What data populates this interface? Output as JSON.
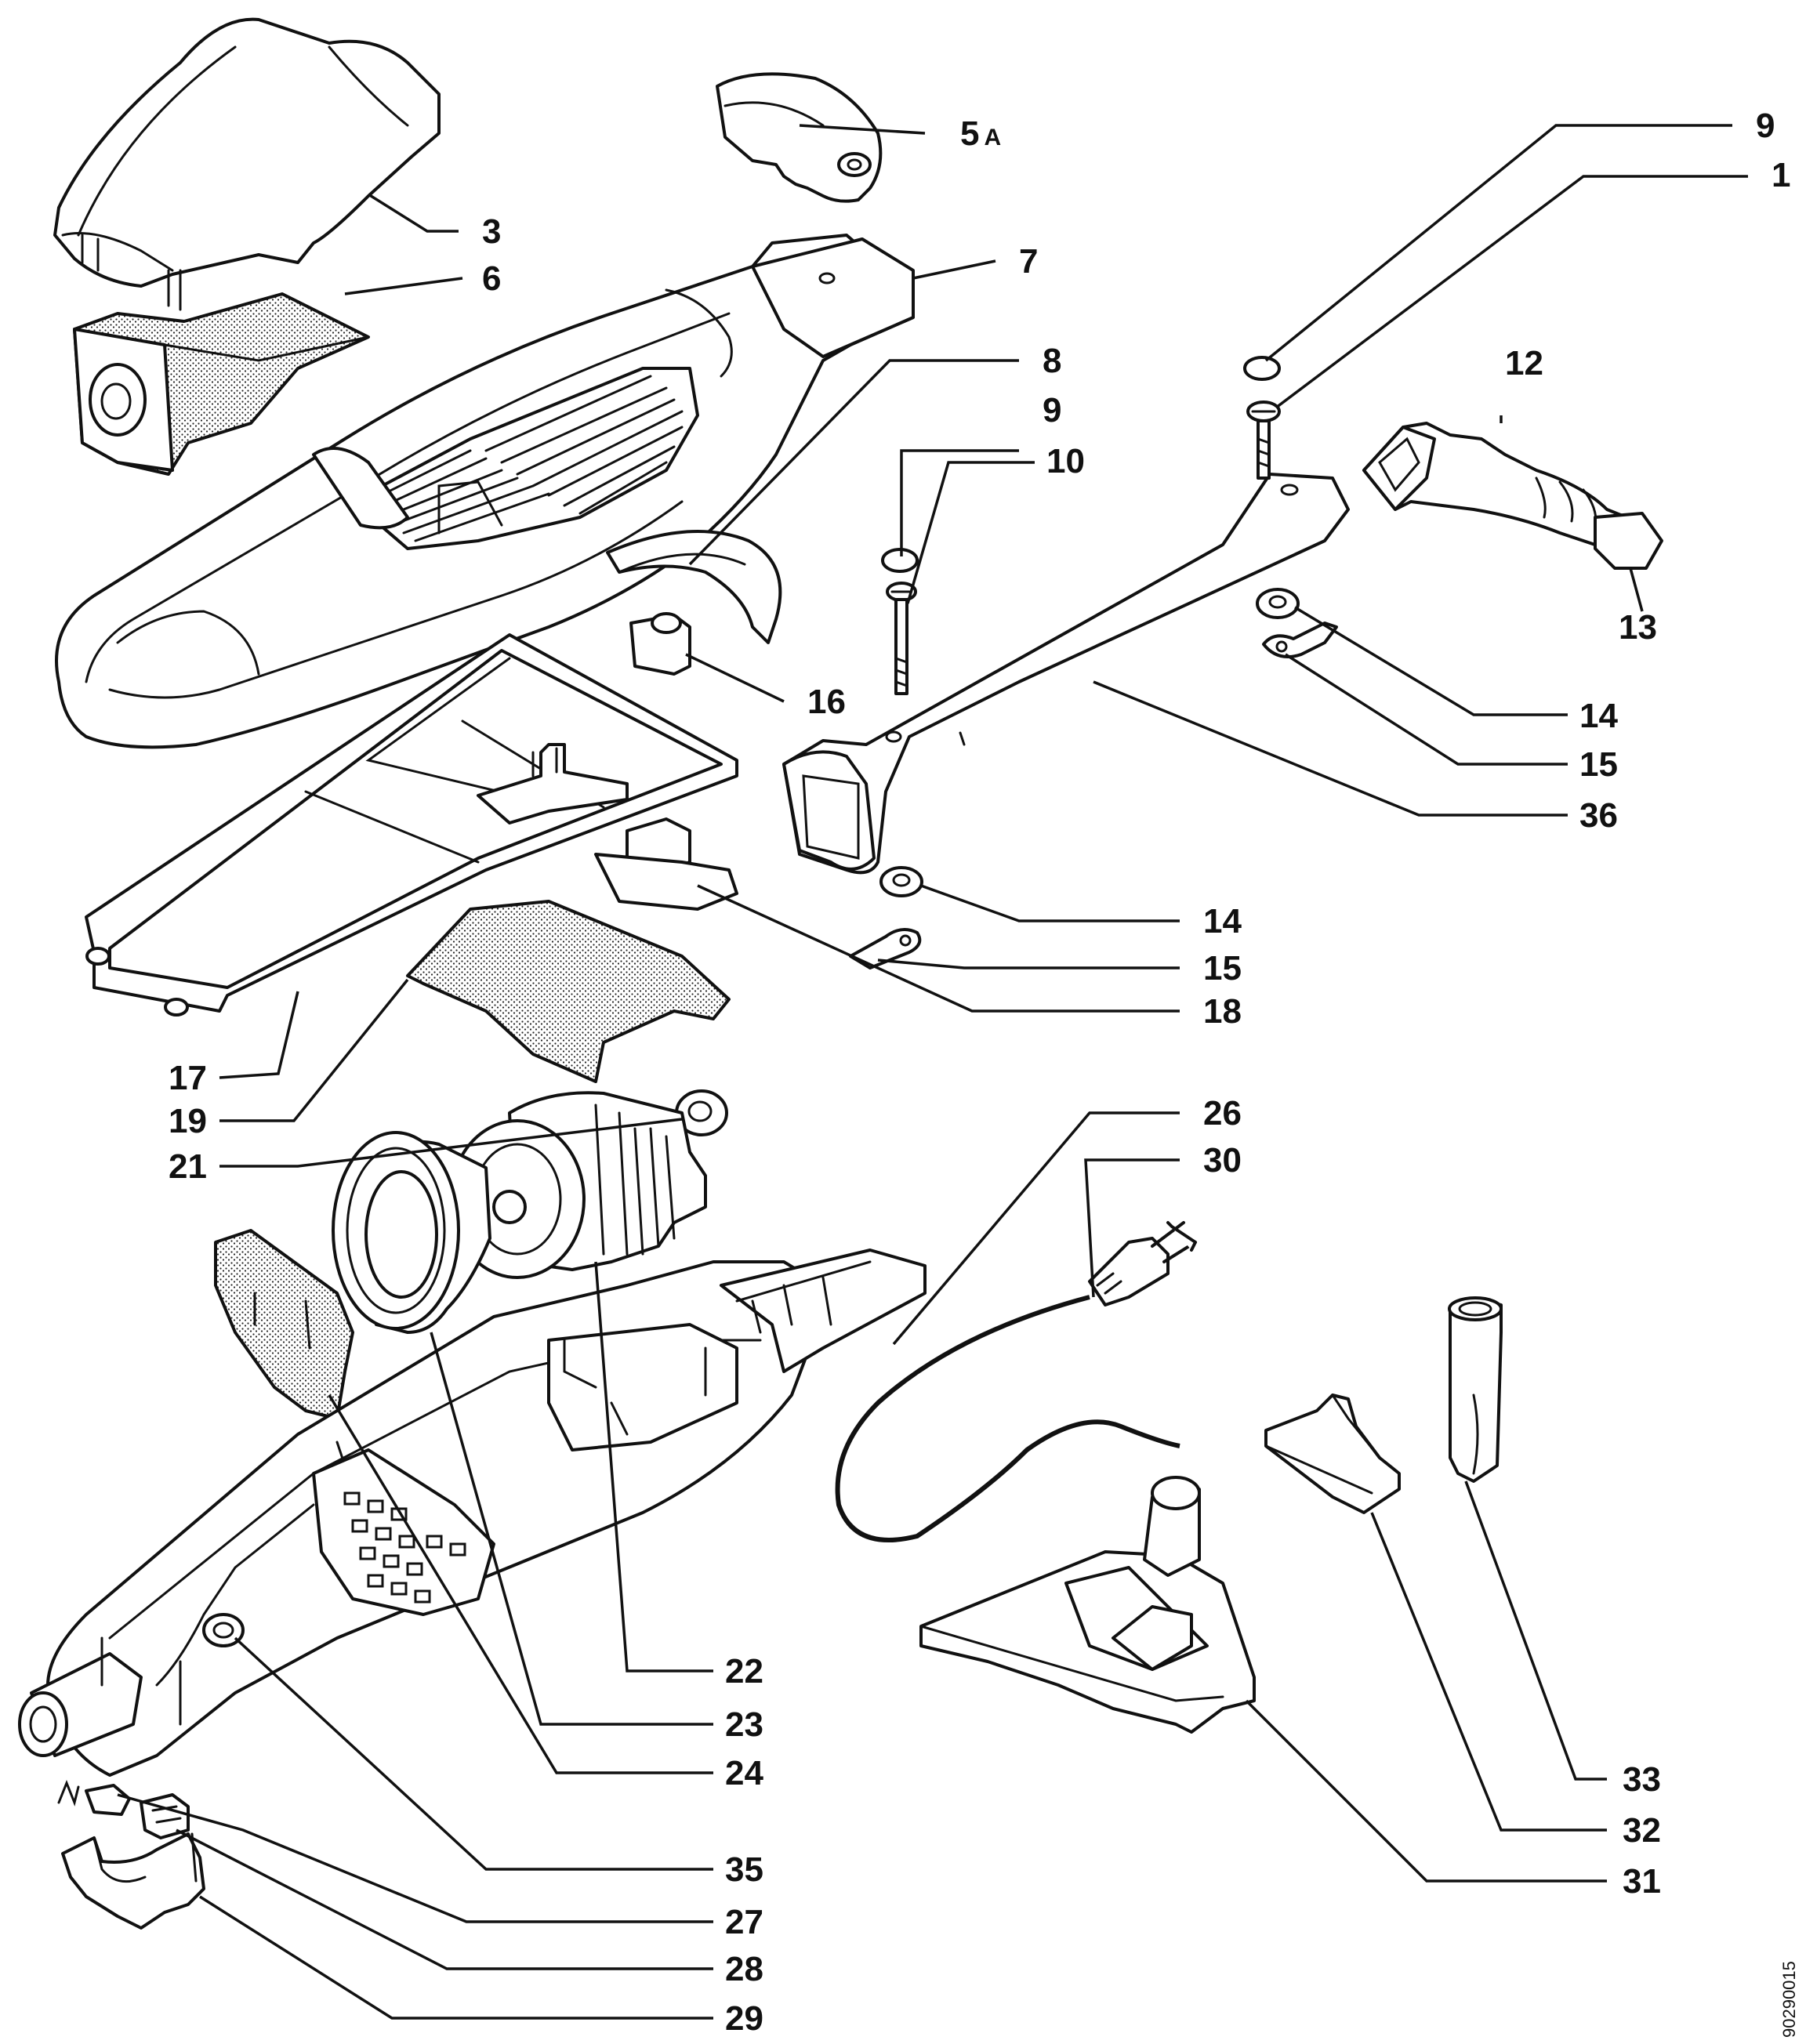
{
  "diagram": {
    "labels": [
      {
        "id": "p5",
        "text": "5",
        "suffix": "A"
      },
      {
        "id": "p9a",
        "text": "9"
      },
      {
        "id": "p1",
        "text": "1"
      },
      {
        "id": "p3",
        "text": "3"
      },
      {
        "id": "p6",
        "text": "6"
      },
      {
        "id": "p7",
        "text": "7"
      },
      {
        "id": "p12",
        "text": "12"
      },
      {
        "id": "p8",
        "text": "8"
      },
      {
        "id": "p9b",
        "text": "9"
      },
      {
        "id": "p10",
        "text": "10"
      },
      {
        "id": "p13",
        "text": "13"
      },
      {
        "id": "p16",
        "text": "16"
      },
      {
        "id": "p14a",
        "text": "14"
      },
      {
        "id": "p15a",
        "text": "15"
      },
      {
        "id": "p36",
        "text": "36"
      },
      {
        "id": "p14b",
        "text": "14"
      },
      {
        "id": "p15b",
        "text": "15"
      },
      {
        "id": "p18",
        "text": "18"
      },
      {
        "id": "p17",
        "text": "17"
      },
      {
        "id": "p19",
        "text": "19"
      },
      {
        "id": "p26",
        "text": "26"
      },
      {
        "id": "p21",
        "text": "21"
      },
      {
        "id": "p30",
        "text": "30"
      },
      {
        "id": "p22",
        "text": "22"
      },
      {
        "id": "p23",
        "text": "23"
      },
      {
        "id": "p24",
        "text": "24"
      },
      {
        "id": "p33",
        "text": "33"
      },
      {
        "id": "p32",
        "text": "32"
      },
      {
        "id": "p35",
        "text": "35"
      },
      {
        "id": "p31",
        "text": "31"
      },
      {
        "id": "p27",
        "text": "27"
      },
      {
        "id": "p28",
        "text": "28"
      },
      {
        "id": "p29",
        "text": "29"
      }
    ],
    "drawing_code": "90290015"
  }
}
